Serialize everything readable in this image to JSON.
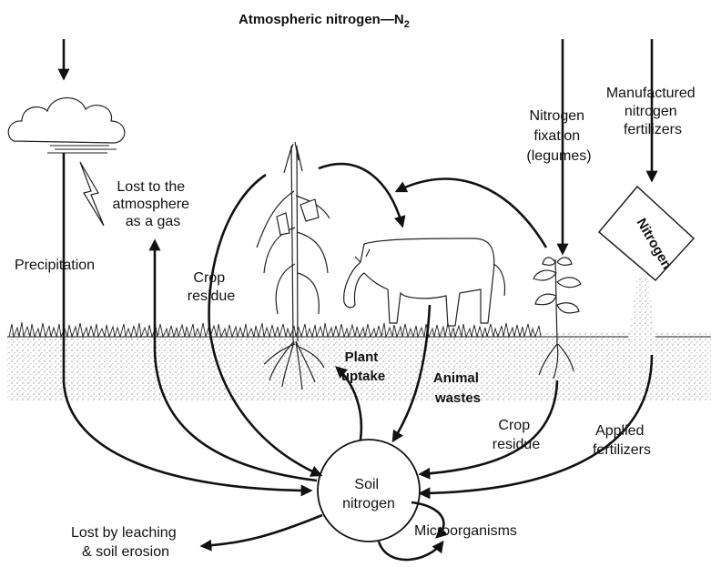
{
  "title": "Atmospheric nitrogen—N",
  "title_sub": "2",
  "labels": {
    "precipitation": "Precipitation",
    "lost_atmosphere": [
      "Lost to the",
      "atmosphere",
      "as a gas"
    ],
    "crop_residue_left": [
      "Crop",
      "residue"
    ],
    "plant_uptake": [
      "Plant",
      "uptake"
    ],
    "animal_wastes": [
      "Animal",
      "wastes"
    ],
    "nitrogen_fixation": [
      "Nitrogen",
      "fixation",
      "(legumes)"
    ],
    "manufactured": [
      "Manufactured",
      "nitrogen",
      "fertilizers"
    ],
    "crop_residue_right": [
      "Crop",
      "residue"
    ],
    "applied_fertilizers": [
      "Applied",
      "fertilizers"
    ],
    "soil_nitrogen": [
      "Soil",
      "nitrogen"
    ],
    "lost_leaching": [
      "Lost by leaching",
      "& soil erosion"
    ],
    "microorganisms": "Microorganisms",
    "bag_text": "Nitrogen"
  }
}
